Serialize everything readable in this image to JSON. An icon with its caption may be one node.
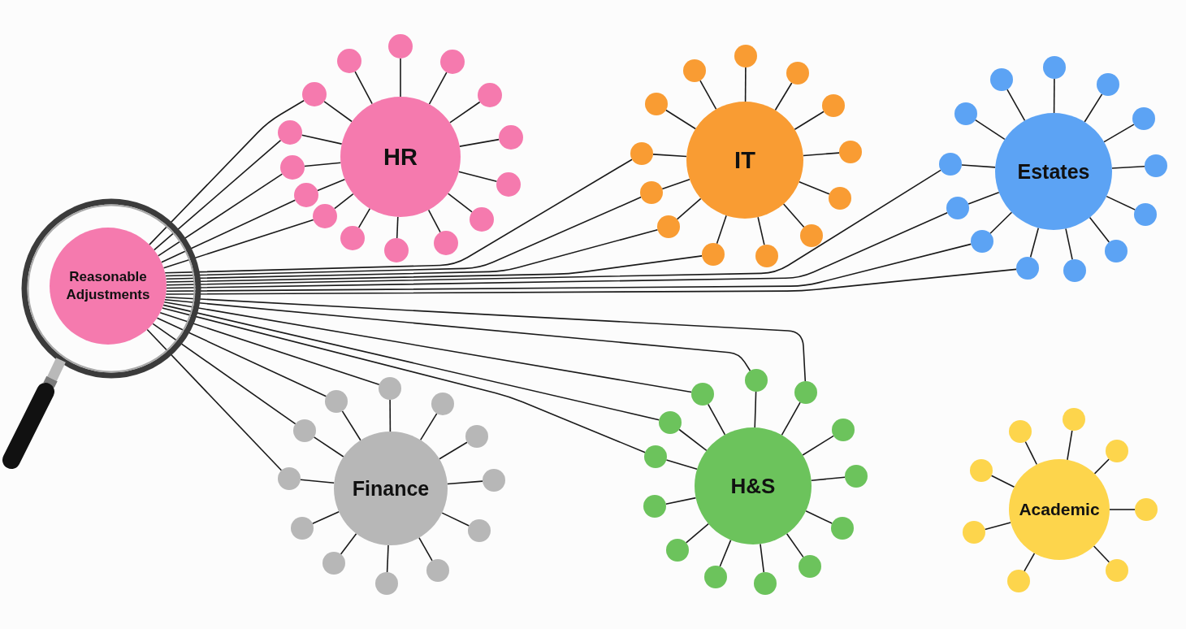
{
  "diagram": {
    "nodes": [
      {
        "text": [
          "Reasonable Adjustments"
        ]
      },
      {
        "text": [
          "HR"
        ]
      },
      {
        "text": [],
        "shape": "circle"
      },
      {
        "text": [],
        "shape": "circle"
      },
      {
        "text": [],
        "shape": "circle"
      },
      {
        "text": [],
        "shape": "circle"
      },
      {
        "text": [],
        "shape": "circle"
      },
      {
        "text": [],
        "shape": "circle"
      },
      {
        "text": [],
        "shape": "circle"
      },
      {
        "text": [],
        "shape": "circle"
      },
      {
        "text": [],
        "shape": "circle"
      },
      {
        "text": [],
        "shape": "circle"
      },
      {
        "text": [],
        "shape": "circle"
      },
      {
        "text": [],
        "shape": "circle"
      },
      {
        "text": [],
        "shape": "circle"
      },
      {
        "text": [],
        "shape": "circle"
      },
      {
        "text": [],
        "shape": "circle"
      },
      {
        "text": [
          "IT"
        ]
      },
      {
        "text": [],
        "shape": "circle"
      },
      {
        "text": [],
        "shape": "circle"
      },
      {
        "text": [],
        "shape": "circle"
      },
      {
        "text": [],
        "shape": "circle"
      },
      {
        "text": [],
        "shape": "circle"
      },
      {
        "text": [],
        "shape": "circle"
      },
      {
        "text": [],
        "shape": "circle"
      },
      {
        "text": [],
        "shape": "circle"
      },
      {
        "text": [],
        "shape": "circle"
      },
      {
        "text": [],
        "shape": "circle"
      },
      {
        "text": [],
        "shape": "circle"
      },
      {
        "text": [],
        "shape": "circle"
      },
      {
        "text": [],
        "shape": "circle"
      },
      {
        "text": [
          "Estates"
        ]
      },
      {
        "text": [],
        "shape": "circle"
      },
      {
        "text": [],
        "shape": "circle"
      },
      {
        "text": [],
        "shape": "circle"
      },
      {
        "text": [],
        "shape": "circle"
      },
      {
        "text": [],
        "shape": "circle"
      },
      {
        "text": [],
        "shape": "circle"
      },
      {
        "text": [],
        "shape": "circle"
      },
      {
        "text": [],
        "shape": "circle"
      },
      {
        "text": [],
        "shape": "circle"
      },
      {
        "text": [],
        "shape": "circle"
      },
      {
        "text": [],
        "shape": "circle"
      },
      {
        "text": [],
        "shape": "circle"
      },
      {
        "text": [],
        "shape": "circle"
      },
      {
        "text": [
          "Finance"
        ]
      },
      {
        "text": [],
        "shape": "circle"
      },
      {
        "text": [],
        "shape": "circle"
      },
      {
        "text": [],
        "shape": "circle"
      },
      {
        "text": [],
        "shape": "circle"
      },
      {
        "text": [],
        "shape": "circle"
      },
      {
        "text": [],
        "shape": "circle"
      },
      {
        "text": [],
        "shape": "circle"
      },
      {
        "text": [],
        "shape": "circle"
      },
      {
        "text": [],
        "shape": "circle"
      },
      {
        "text": [],
        "shape": "circle"
      },
      {
        "text": [],
        "shape": "circle"
      },
      {
        "text": [],
        "shape": "circle"
      },
      {
        "text": [
          "H&S"
        ]
      },
      {
        "text": [],
        "shape": "circle"
      },
      {
        "text": [],
        "shape": "circle"
      },
      {
        "text": [],
        "shape": "circle"
      },
      {
        "text": [],
        "shape": "circle"
      },
      {
        "text": [],
        "shape": "circle"
      },
      {
        "text": [],
        "shape": "circle"
      },
      {
        "text": [],
        "shape": "circle"
      },
      {
        "text": [],
        "shape": "circle"
      },
      {
        "text": [],
        "shape": "circle"
      },
      {
        "text": [],
        "shape": "circle"
      },
      {
        "text": [],
        "shape": "circle"
      },
      {
        "text": [],
        "shape": "circle"
      },
      {
        "text": [],
        "shape": "circle"
      },
      {
        "text": [
          "Academic"
        ]
      },
      {
        "text": [],
        "shape": "circle"
      },
      {
        "text": [],
        "shape": "circle"
      },
      {
        "text": [],
        "shape": "circle"
      },
      {
        "text": [],
        "shape": "circle"
      },
      {
        "text": [],
        "shape": "circle"
      },
      {
        "text": [],
        "shape": "circle"
      },
      {
        "text": [],
        "shape": "circle"
      },
      {
        "text": [],
        "shape": "circle"
      }
    ],
    "edges": [
      {
        "from": 1,
        "to": 2,
        "arrow": "none"
      },
      {
        "from": 1,
        "to": 3,
        "arrow": "none"
      },
      {
        "from": 1,
        "to": 4,
        "arrow": "none"
      },
      {
        "from": 1,
        "to": 5,
        "arrow": "none"
      },
      {
        "from": 1,
        "to": 6,
        "arrow": "none"
      },
      {
        "from": 1,
        "to": 7,
        "arrow": "none"
      },
      {
        "from": 1,
        "to": 8,
        "arrow": "none"
      },
      {
        "from": 1,
        "to": 9,
        "arrow": "none"
      },
      {
        "from": 1,
        "to": 10,
        "arrow": "none"
      },
      {
        "from": 1,
        "to": 11,
        "arrow": "none"
      },
      {
        "from": 1,
        "to": 12,
        "arrow": "none"
      },
      {
        "from": 1,
        "to": 13,
        "arrow": "none"
      },
      {
        "from": 1,
        "to": 14,
        "arrow": "none"
      },
      {
        "from": 1,
        "to": 15,
        "arrow": "none"
      },
      {
        "from": 1,
        "to": 16,
        "arrow": "none"
      },
      {
        "from": 17,
        "to": 18,
        "arrow": "none"
      },
      {
        "from": 17,
        "to": 19,
        "arrow": "none"
      },
      {
        "from": 17,
        "to": 20,
        "arrow": "none"
      },
      {
        "from": 17,
        "to": 21,
        "arrow": "none"
      },
      {
        "from": 17,
        "to": 22,
        "arrow": "none"
      },
      {
        "from": 17,
        "to": 23,
        "arrow": "none"
      },
      {
        "from": 17,
        "to": 24,
        "arrow": "none"
      },
      {
        "from": 17,
        "to": 25,
        "arrow": "none"
      },
      {
        "from": 17,
        "to": 26,
        "arrow": "none"
      },
      {
        "from": 17,
        "to": 27,
        "arrow": "none"
      },
      {
        "from": 17,
        "to": 28,
        "arrow": "none"
      },
      {
        "from": 17,
        "to": 29,
        "arrow": "none"
      },
      {
        "from": 17,
        "to": 30,
        "arrow": "none"
      },
      {
        "from": 31,
        "to": 32,
        "arrow": "none"
      },
      {
        "from": 31,
        "to": 33,
        "arrow": "none"
      },
      {
        "from": 31,
        "to": 34,
        "arrow": "none"
      },
      {
        "from": 31,
        "to": 35,
        "arrow": "none"
      },
      {
        "from": 31,
        "to": 36,
        "arrow": "none"
      },
      {
        "from": 31,
        "to": 37,
        "arrow": "none"
      },
      {
        "from": 31,
        "to": 38,
        "arrow": "none"
      },
      {
        "from": 31,
        "to": 39,
        "arrow": "none"
      },
      {
        "from": 31,
        "to": 40,
        "arrow": "none"
      },
      {
        "from": 31,
        "to": 41,
        "arrow": "none"
      },
      {
        "from": 31,
        "to": 42,
        "arrow": "none"
      },
      {
        "from": 31,
        "to": 43,
        "arrow": "none"
      },
      {
        "from": 31,
        "to": 44,
        "arrow": "none"
      },
      {
        "from": 45,
        "to": 46,
        "arrow": "none"
      },
      {
        "from": 45,
        "to": 47,
        "arrow": "none"
      },
      {
        "from": 45,
        "to": 48,
        "arrow": "none"
      },
      {
        "from": 45,
        "to": 49,
        "arrow": "none"
      },
      {
        "from": 45,
        "to": 50,
        "arrow": "none"
      },
      {
        "from": 45,
        "to": 51,
        "arrow": "none"
      },
      {
        "from": 45,
        "to": 52,
        "arrow": "none"
      },
      {
        "from": 45,
        "to": 53,
        "arrow": "none"
      },
      {
        "from": 45,
        "to": 54,
        "arrow": "none"
      },
      {
        "from": 45,
        "to": 55,
        "arrow": "none"
      },
      {
        "from": 45,
        "to": 56,
        "arrow": "none"
      },
      {
        "from": 45,
        "to": 57,
        "arrow": "none"
      },
      {
        "from": 58,
        "to": 59,
        "arrow": "none"
      },
      {
        "from": 58,
        "to": 60,
        "arrow": "none"
      },
      {
        "from": 58,
        "to": 61,
        "arrow": "none"
      },
      {
        "from": 58,
        "to": 62,
        "arrow": "none"
      },
      {
        "from": 58,
        "to": 63,
        "arrow": "none"
      },
      {
        "from": 58,
        "to": 64,
        "arrow": "none"
      },
      {
        "from": 58,
        "to": 65,
        "arrow": "none"
      },
      {
        "from": 58,
        "to": 66,
        "arrow": "none"
      },
      {
        "from": 58,
        "to": 67,
        "arrow": "none"
      },
      {
        "from": 58,
        "to": 68,
        "arrow": "none"
      },
      {
        "from": 58,
        "to": 69,
        "arrow": "none"
      },
      {
        "from": 58,
        "to": 70,
        "arrow": "none"
      },
      {
        "from": 58,
        "to": 71,
        "arrow": "none"
      },
      {
        "from": 72,
        "to": 73,
        "arrow": "none"
      },
      {
        "from": 72,
        "to": 74,
        "arrow": "none"
      },
      {
        "from": 72,
        "to": 75,
        "arrow": "none"
      },
      {
        "from": 72,
        "to": 76,
        "arrow": "none"
      },
      {
        "from": 72,
        "to": 77,
        "arrow": "none"
      },
      {
        "from": 72,
        "to": 78,
        "arrow": "none"
      },
      {
        "from": 72,
        "to": 79,
        "arrow": "none"
      },
      {
        "from": 72,
        "to": 80,
        "arrow": "none"
      },
      {
        "from": 0,
        "to": 5,
        "arrow": "none"
      },
      {
        "from": 0,
        "to": 7,
        "arrow": "none"
      },
      {
        "from": 0,
        "to": 9,
        "arrow": "none"
      },
      {
        "from": 0,
        "to": 11,
        "arrow": "none"
      },
      {
        "from": 0,
        "to": 12,
        "arrow": "none"
      },
      {
        "from": 0,
        "to": 23,
        "arrow": "none"
      },
      {
        "from": 0,
        "to": 25,
        "arrow": "none"
      },
      {
        "from": 0,
        "to": 27,
        "arrow": "none"
      },
      {
        "from": 0,
        "to": 29,
        "arrow": "none"
      },
      {
        "from": 0,
        "to": 37,
        "arrow": "none"
      },
      {
        "from": 0,
        "to": 39,
        "arrow": "none"
      },
      {
        "from": 0,
        "to": 41,
        "arrow": "none"
      },
      {
        "from": 0,
        "to": 43,
        "arrow": "none"
      },
      {
        "from": 0,
        "to": 46,
        "arrow": "none"
      },
      {
        "from": 0,
        "to": 47,
        "arrow": "none"
      },
      {
        "from": 0,
        "to": 49,
        "arrow": "none"
      },
      {
        "from": 0,
        "to": 51,
        "arrow": "none"
      },
      {
        "from": 0,
        "to": 59,
        "arrow": "none"
      },
      {
        "from": 0,
        "to": 60,
        "arrow": "none"
      },
      {
        "from": 0,
        "to": 61,
        "arrow": "none"
      },
      {
        "from": 0,
        "to": 62,
        "arrow": "none"
      },
      {
        "from": 0,
        "to": 64,
        "arrow": "none"
      }
    ]
  }
}
